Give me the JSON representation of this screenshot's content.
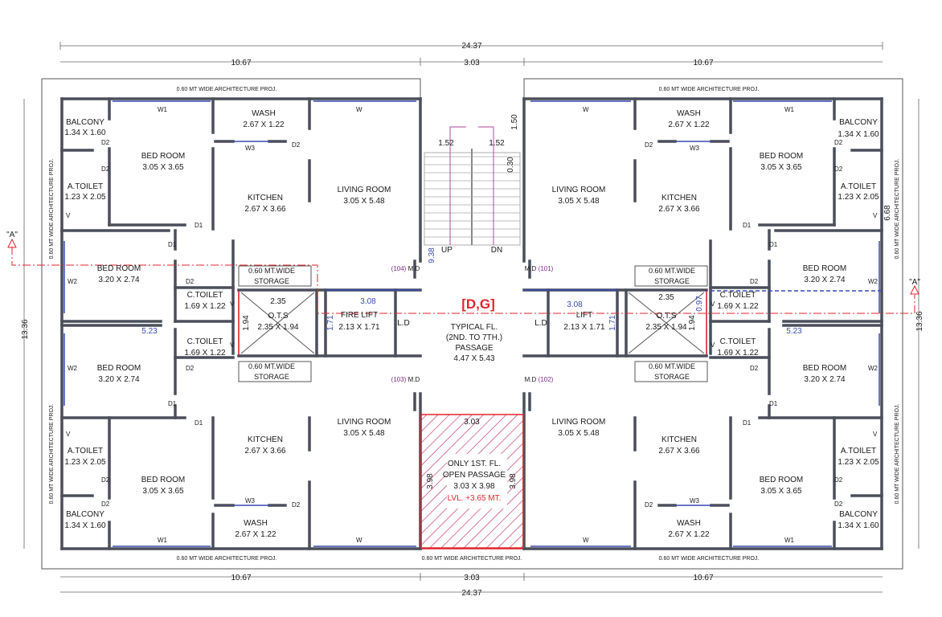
{
  "dims": {
    "overall": "24.37",
    "left": "10.67",
    "center": "3.03",
    "right": "10.67",
    "height": "13.36",
    "side_top_right": "6.68"
  },
  "proj": {
    "top": "0.60 MT WIDE ARCHITECTURE PROJ.",
    "bottom": "0.60 MT WIDE ARCHITECTURE PROJ.",
    "side": "0.60 MT WIDE ARCHITECTURE PROJ."
  },
  "section_marker": "\"A\"",
  "grid_label": "[D,G]",
  "rooms": {
    "balcony": {
      "name": "BALCONY",
      "size": "1.34 X 1.60"
    },
    "bedroom_main": {
      "name": "BED ROOM",
      "size": "3.05 X 3.65"
    },
    "a_toilet": {
      "name": "A.TOILET",
      "size": "1.23 X 2.05"
    },
    "wash": {
      "name": "WASH",
      "size": "2.67 X 1.22"
    },
    "kitchen": {
      "name": "KITCHEN",
      "size": "2.67 X 3.66"
    },
    "living": {
      "name": "LIVING ROOM",
      "size": "3.05 X 5.48"
    },
    "bedroom_2": {
      "name": "BED ROOM",
      "size": "3.20 X 2.74"
    },
    "c_toilet": {
      "name": "C.TOILET",
      "size": "1.69 X 1.22"
    },
    "storage": {
      "name": "0.60 MT.WIDE",
      "sub": "STORAGE"
    },
    "ots": {
      "name": "O.T.S",
      "size": "2.35 X 1.94"
    },
    "fire_lift": {
      "name": "FIRE LIFT",
      "size": "2.13 X 1.71"
    },
    "lift": {
      "name": "LIFT",
      "size": "2.13 X 1.71"
    },
    "passage": {
      "l1": "TYPICAL FL.",
      "l2": "(2ND. TO 7TH.)",
      "l3": "PASSAGE",
      "l4": "4.47 X 5.43"
    },
    "open_passage": {
      "l1": "ONLY 1ST. FL.",
      "l2": "OPEN PASSAGE",
      "l3": "3.03 X 3.98",
      "l4": "LVL. +3.65 MT."
    }
  },
  "tags": {
    "w": "W",
    "w1": "W1",
    "w2": "W2",
    "w3": "W3",
    "d1": "D1",
    "d2": "D2",
    "v": "V",
    "ld": "L.D",
    "md": "M.D",
    "up": "UP",
    "dn": "DN"
  },
  "unit_numbers": {
    "u101": "(101)",
    "u102": "(102)",
    "u103": "(103)",
    "u104": "(104)"
  },
  "small_dims": {
    "stair_w": "1.52",
    "stair_land": "1.50",
    "stair_gap": "0.30",
    "stair_len": "9.38",
    "lift_w": "3.08",
    "lift_d": "1.71",
    "ots_w": "2.35",
    "ots_d": "1.94",
    "bed_w": "5.23",
    "open_w": "3.03",
    "open_d": "3.98",
    "ctoilet_d": "0.97"
  },
  "colors": {
    "wall": "#4a4f5a",
    "red": "#e0252f",
    "blue": "#3a49b5",
    "purple": "#7a2a8a",
    "hatch": "#c0306a"
  }
}
